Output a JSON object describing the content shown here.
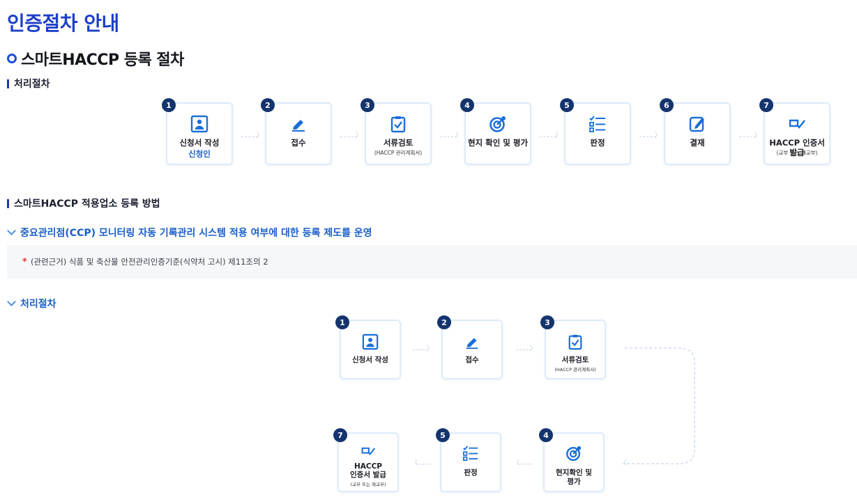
{
  "page": {
    "title": "인증절차 안내",
    "section_title": "스마트HACCP 등록 절차"
  },
  "process1": {
    "heading": "처리절차",
    "steps": [
      {
        "num": "1",
        "label": "신청서 작성",
        "label2": "신청인",
        "sub": "",
        "icon": "applicant-form-icon"
      },
      {
        "num": "2",
        "label": "접수",
        "label2": "",
        "sub": "",
        "icon": "pencil-icon"
      },
      {
        "num": "3",
        "label": "서류검토",
        "label2": "",
        "sub": "(HACCP 관리계획서)",
        "icon": "clipboard-check-icon"
      },
      {
        "num": "4",
        "label": "현지 확인 및 평가",
        "label2": "",
        "sub": "",
        "icon": "target-icon"
      },
      {
        "num": "5",
        "label": "판정",
        "label2": "",
        "sub": "",
        "icon": "checklist-icon"
      },
      {
        "num": "6",
        "label": "결재",
        "label2": "",
        "sub": "",
        "icon": "edit-document-icon"
      },
      {
        "num": "7",
        "label": "HACCP 인증서 발급",
        "label2": "",
        "sub": "(교부 또는 재교부)",
        "icon": "certificate-check-icon"
      }
    ]
  },
  "registration": {
    "heading": "스마트HACCP 적용업소 등록 방법",
    "subheading": "중요관리점(CCP) 모니터링 자동 기록관리 시스템 적용 여부에 대한 등록 제도를 운영",
    "note_star": "*",
    "note": "(관련근거) 식품 및 축산물 안전관리인증기준(식약처 고시) 제11조의 2"
  },
  "process2": {
    "heading": "처리절차",
    "steps": [
      {
        "num": "1",
        "label": "신청서 작성",
        "sub": ""
      },
      {
        "num": "2",
        "label": "접수",
        "sub": ""
      },
      {
        "num": "3",
        "label": "서류검토",
        "sub": "(HACCP 관리계획서)"
      },
      {
        "num": "4",
        "label": "현지확인 및\n평가",
        "sub": ""
      },
      {
        "num": "5",
        "label": "판정",
        "sub": ""
      },
      {
        "num": "7",
        "label": "HACCP\n인증서 발급",
        "sub": "(교부 또는 재교부)"
      }
    ]
  },
  "colors": {
    "title_blue": "#1e40c8",
    "badge_navy": "#14346e",
    "icon_blue": "#1a6fd8",
    "card_border": "#dcebf9"
  }
}
